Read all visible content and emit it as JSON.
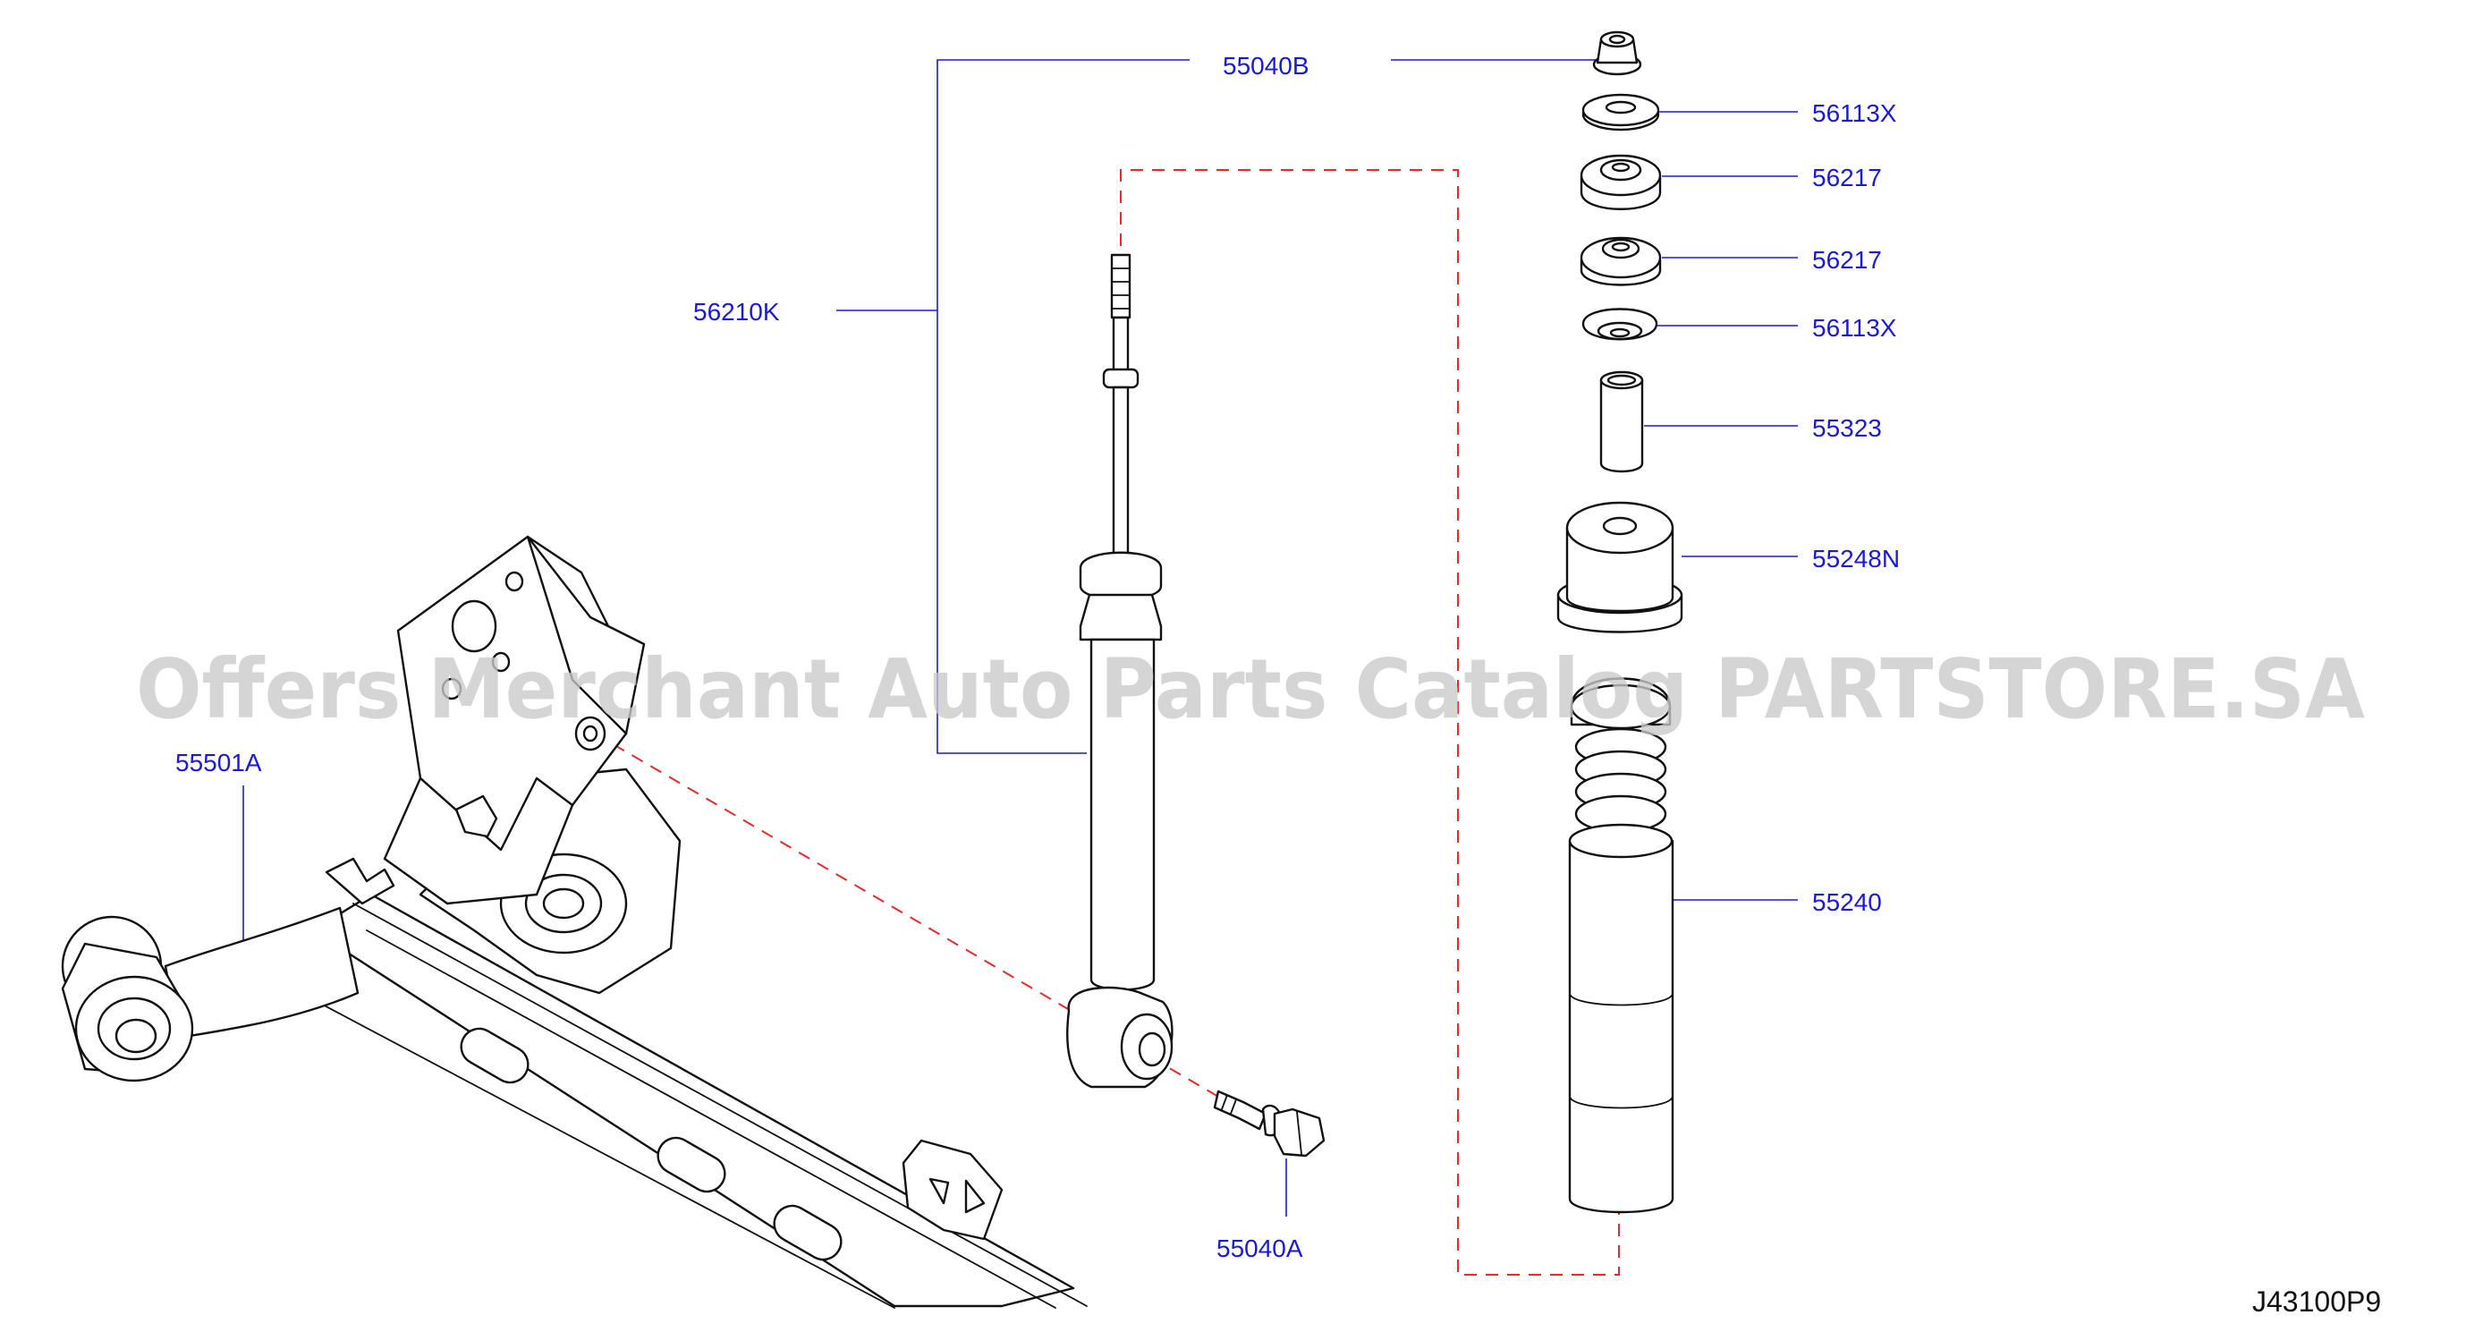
{
  "watermark": "Offers Merchant Auto Parts Catalog PARTSTORE.SA",
  "diagram_code": "J43100P9",
  "labels": {
    "l_55040B": "55040B",
    "l_56113X_top": "56113X",
    "l_56217_top": "56217",
    "l_56217_bottom": "56217",
    "l_56113X_bottom": "56113X",
    "l_55323": "55323",
    "l_55248N": "55248N",
    "l_55240": "55240",
    "l_56210K": "56210K",
    "l_55501A": "55501A",
    "l_55040A": "55040A"
  },
  "colors": {
    "label": "#1a1ad6",
    "reference_line": "#e8292a",
    "linework": "#111111"
  }
}
